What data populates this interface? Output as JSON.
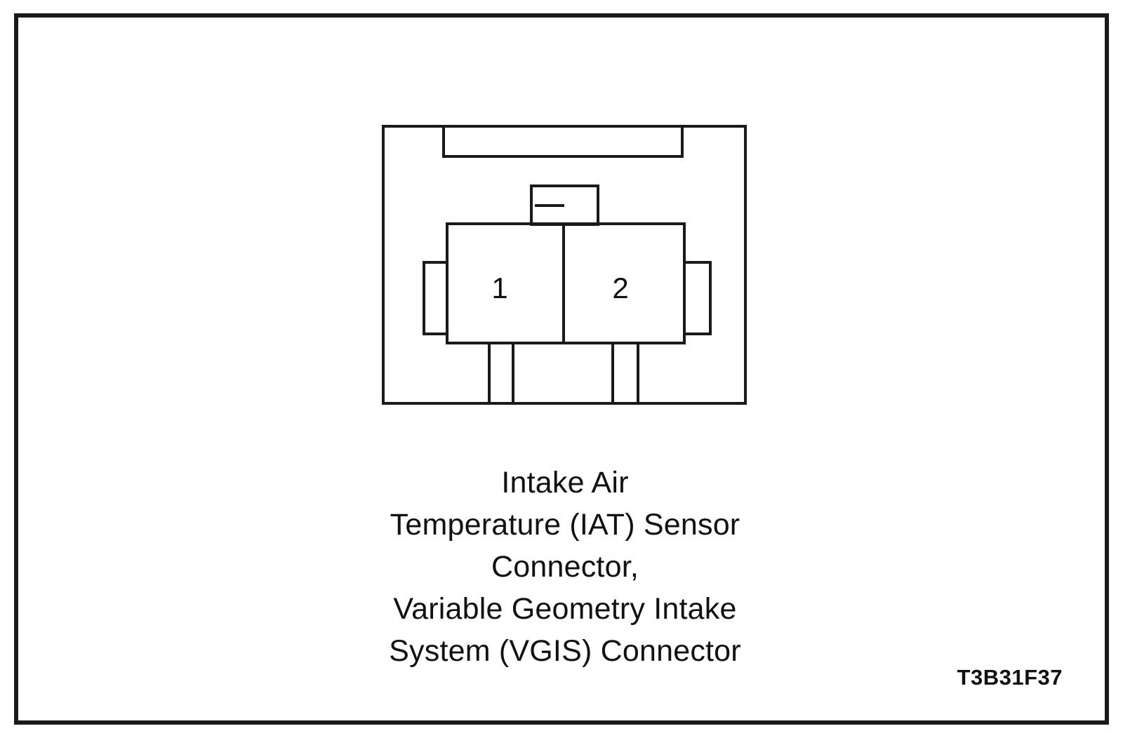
{
  "diagram": {
    "pins": [
      {
        "number": "1"
      },
      {
        "number": "2"
      }
    ],
    "caption_lines": [
      "Intake Air",
      "Temperature (IAT) Sensor",
      "Connector,",
      "Variable Geometry Intake",
      "System (VGIS) Connector"
    ],
    "figure_code": "T3B31F37",
    "line_color": "#1a1a1a"
  }
}
